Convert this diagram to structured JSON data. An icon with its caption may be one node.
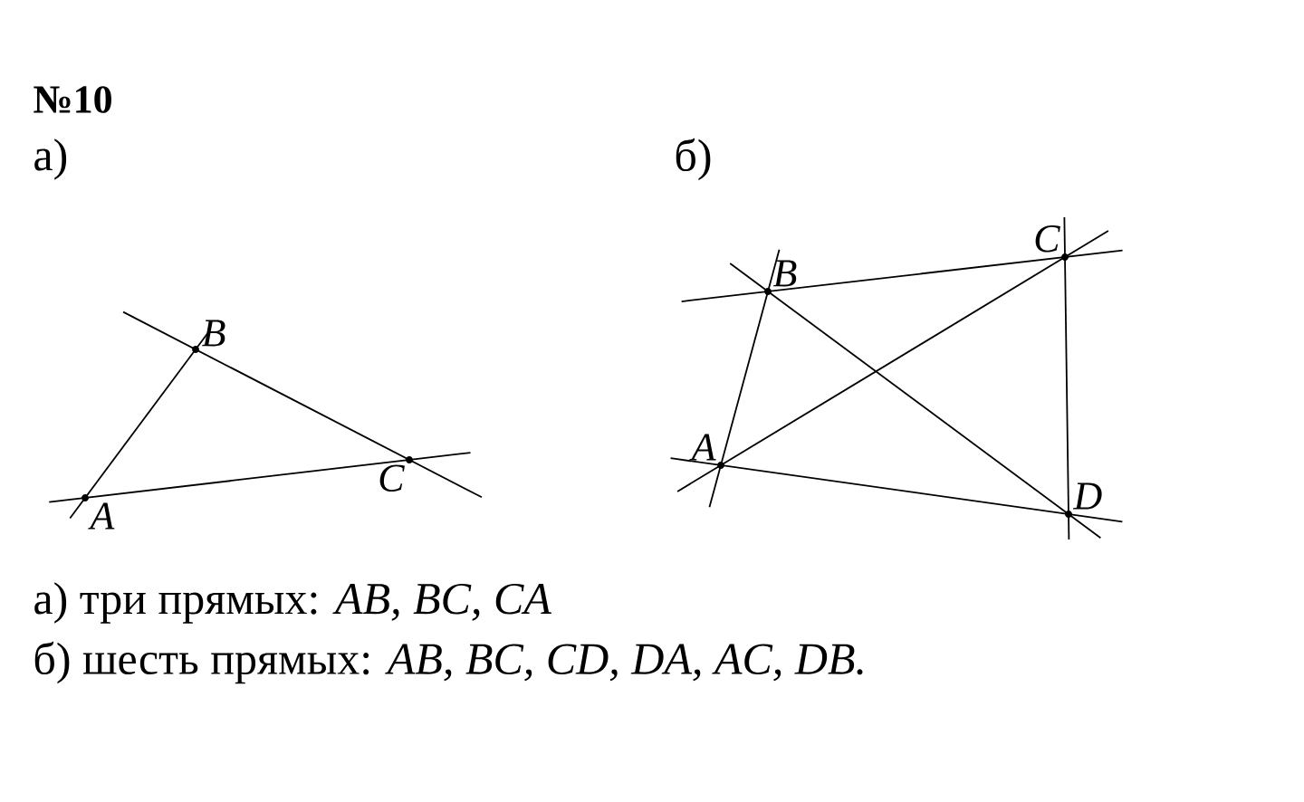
{
  "diagram": {
    "nodes": [
      {
        "text": [
          "A"
        ]
      },
      {
        "text": [
          "B"
        ]
      },
      {
        "text": [
          "C"
        ]
      },
      {
        "text": [
          "A"
        ]
      },
      {
        "text": [
          "B"
        ]
      },
      {
        "text": [
          "C"
        ]
      },
      {
        "text": [
          "D"
        ]
      }
    ],
    "edges": [
      {
        "from": 0,
        "to": 1,
        "arrow": "none"
      },
      {
        "from": 1,
        "to": 2,
        "arrow": "none"
      },
      {
        "from": 2,
        "to": 0,
        "arrow": "none"
      },
      {
        "from": 3,
        "to": 4,
        "arrow": "none"
      },
      {
        "from": 4,
        "to": 5,
        "arrow": "none"
      },
      {
        "from": 5,
        "to": 6,
        "arrow": "none"
      },
      {
        "from": 6,
        "to": 3,
        "arrow": "none"
      },
      {
        "from": 3,
        "to": 5,
        "arrow": "none"
      },
      {
        "from": 6,
        "to": 4,
        "arrow": "none"
      }
    ],
    "labels": [
      "№10",
      "а)",
      "б)",
      "а) три прямых: *AB, BC, CA*",
      "б) шесть прямых: *AB, BC, CD, DA, AC, DB.*"
    ]
  }
}
